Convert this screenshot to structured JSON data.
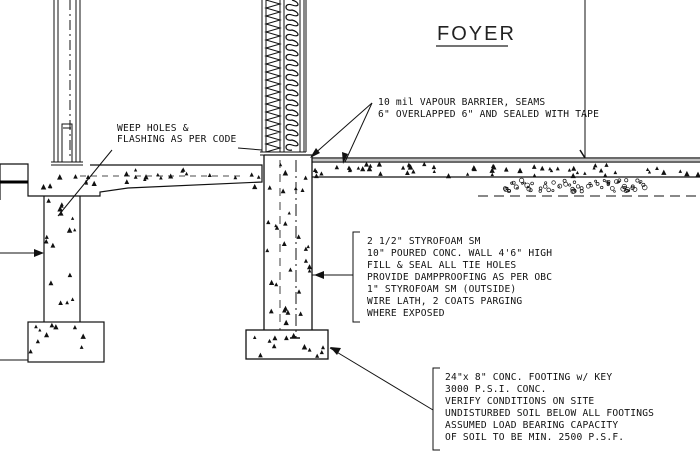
{
  "room_label": "FOYER",
  "notes": {
    "vapour_barrier": [
      "10 mil VAPOUR BARRIER, SEAMS",
      "6\" OVERLAPPED 6\" AND SEALED WITH TAPE"
    ],
    "weep_holes": [
      "WEEP HOLES &",
      "FLASHING AS PER CODE"
    ],
    "wall_spec": [
      "2 1/2\" STYROFOAM SM",
      "10\" POURED CONC. WALL 4'6\" HIGH",
      "FILL & SEAL ALL TIE HOLES",
      "PROVIDE DAMPPROOFING AS PER OBC",
      "1\" STYROFOAM SM (OUTSIDE)",
      "WIRE LATH, 2 COATS PARGING",
      "WHERE EXPOSED"
    ],
    "footing_spec": [
      "24\"x 8\" CONC. FOOTING w/ KEY",
      "3000 P.S.I. CONC.",
      "VERIFY CONDITIONS ON SITE",
      "UNDISTURBED SOIL BELOW ALL FOOTINGS",
      "ASSUMED LOAD BEARING CAPACITY",
      "OF SOIL TO BE MIN. 2500 P.S.F."
    ]
  }
}
